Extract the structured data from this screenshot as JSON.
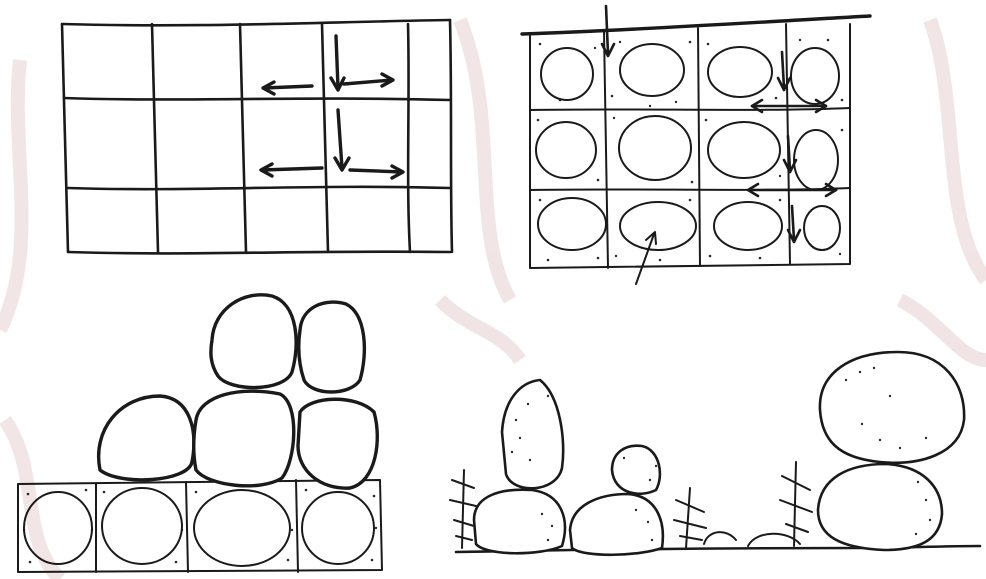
{
  "title": "",
  "colors": {
    "background": "#ffffff",
    "watermark": "#efe2e2",
    "ink": "#1a1a1a",
    "speckle": "#2a2a2a"
  },
  "panels": [
    {
      "id": "grid-with-arrows",
      "description_icon": "grid-icon"
    },
    {
      "id": "gabion-grid-with-arrows",
      "description_icon": "gabion-icon"
    },
    {
      "id": "stacked-boulders-on-gabion",
      "description_icon": "stacked-boulders-icon"
    },
    {
      "id": "boulder-landscape",
      "description_icon": "boulder-landscape-icon"
    }
  ]
}
